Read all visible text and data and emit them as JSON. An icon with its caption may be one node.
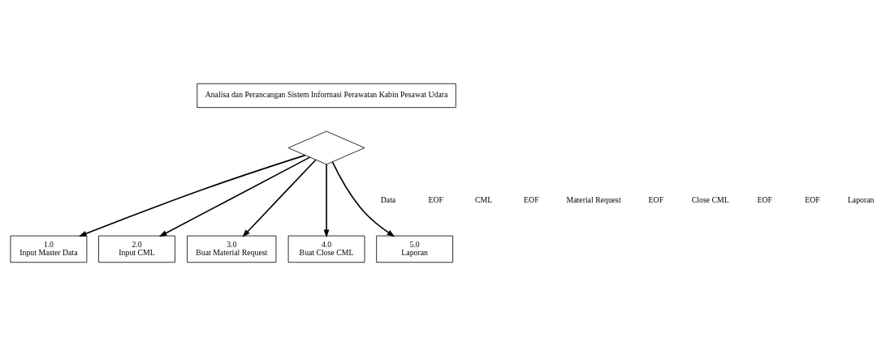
{
  "diagram": {
    "nodes": [
      {
        "text": [
          "Analisa dan Perancangan Sistem Informasi Perawatan Kabin Pesawat Udara"
        ]
      },
      {
        "text": [],
        "shape": "diamond"
      },
      {
        "text": [
          "1.0",
          "Input Master Data"
        ]
      },
      {
        "text": [
          "2.0",
          "Input CML"
        ]
      },
      {
        "text": [
          "3.0",
          "Buat Material Request"
        ]
      },
      {
        "text": [
          "4.0",
          "Buat Close CML"
        ]
      },
      {
        "text": [
          "5.0",
          "Laporan"
        ]
      }
    ],
    "edges": [
      {
        "from": 1,
        "to": 2,
        "arrow": "to"
      },
      {
        "from": 1,
        "to": 3,
        "arrow": "to"
      },
      {
        "from": 1,
        "to": 4,
        "arrow": "to"
      },
      {
        "from": 1,
        "to": 5,
        "arrow": "to"
      },
      {
        "from": 1,
        "to": 6,
        "arrow": "to"
      }
    ],
    "labels": [
      "Data",
      "EOF",
      "CML",
      "EOF",
      "Material Request",
      "EOF",
      "Close CML",
      "EOF",
      "EOF",
      "Laporan"
    ]
  }
}
